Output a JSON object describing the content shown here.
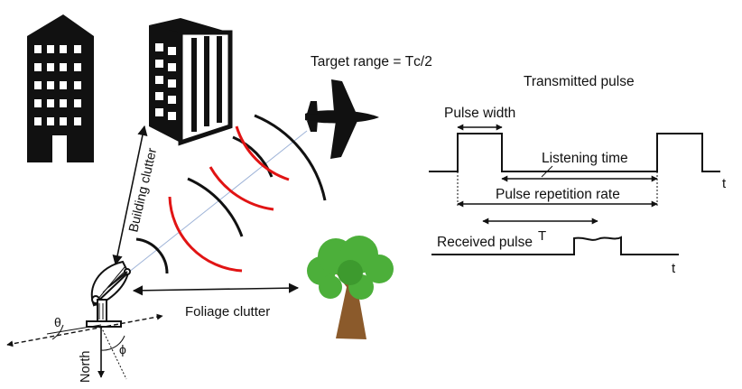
{
  "labels": {
    "target_range": "Target range = Τc/2",
    "transmitted_pulse": "Transmitted pulse",
    "pulse_width": "Pulse width",
    "listening_time": "Listening time",
    "pulse_repetition_rate": "Pulse repetition rate",
    "t_axis_top": "t",
    "received_pulse": "Received pulse",
    "tau": "Τ",
    "t_axis_bottom": "t",
    "building_clutter": "Building clutter",
    "foliage_clutter": "Foliage clutter",
    "theta": "θ",
    "phi": "ϕ",
    "north": "North"
  },
  "icons": [
    "building-icon",
    "airplane-icon",
    "tree-icon",
    "radar-dish-icon"
  ],
  "colors": {
    "ink": "#111111",
    "echo_arc": "#e11414",
    "beam": "#9fb4d8",
    "tree_leaf": "#4caf3a",
    "tree_trunk": "#8b5a2b"
  }
}
